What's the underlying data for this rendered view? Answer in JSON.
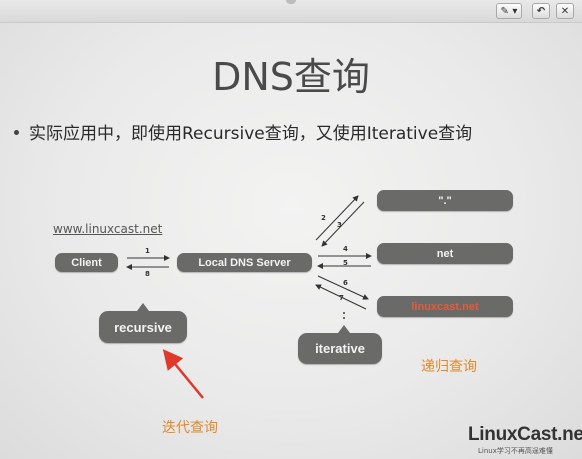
{
  "slide": {
    "title": "DNS查询",
    "bullet": "实际应用中，即使用Recursive查询，又使用Iterative查询",
    "url": "www.linuxcast.net"
  },
  "toolbar": {
    "pen_label": "✎ ▾",
    "undo_label": "↶",
    "close_label": "✕"
  },
  "diagram": {
    "client": "Client",
    "local_dns": "Local DNS Server",
    "root": "\".\"",
    "net": "net",
    "linuxcast": "linuxcast.net",
    "recursive": "recursive",
    "iterative": "iterative",
    "steps": {
      "s1": "1",
      "s2": "2",
      "s3": "3",
      "s4": "4",
      "s5": "5",
      "s6": "6",
      "s7": "7",
      "s8": "8"
    }
  },
  "annotations": {
    "recursive_cn": "迭代查询",
    "iterative_cn": "递归查询"
  },
  "logo": {
    "name": "LinuxCast.net",
    "tagline": "Linux学习不再高逞难懂"
  },
  "colors": {
    "pill": "#6a6a69",
    "highlight": "#e55b3a",
    "annotation": "#e08a2a",
    "arrow_red": "#e0382b"
  }
}
